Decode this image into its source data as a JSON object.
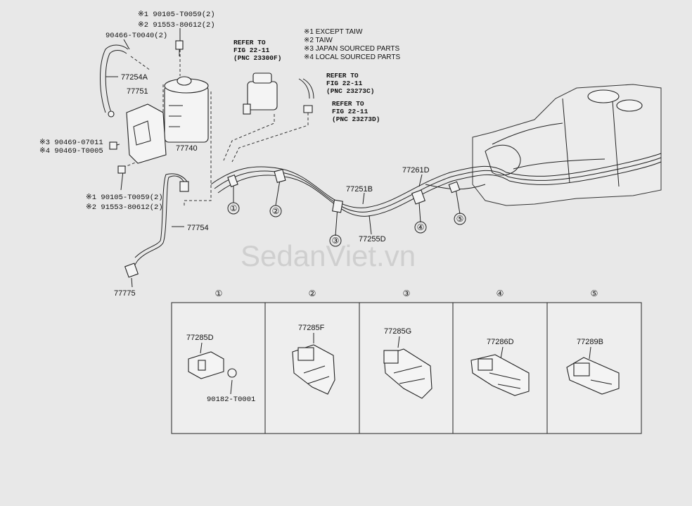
{
  "notes": [
    "※1 EXCEPT TAIW",
    "※2 TAIW",
    "※3 JAPAN SOURCED PARTS",
    "※4 LOCAL SOURCED PARTS"
  ],
  "refs": {
    "r1": [
      "REFER TO",
      "FIG 22-11",
      "(PNC 23300F)"
    ],
    "r2": [
      "REFER TO",
      "FIG 22-11",
      "(PNC 23273C)"
    ],
    "r3": [
      "REFER TO",
      "FIG 22-11",
      "(PNC 23273D)"
    ]
  },
  "labels": {
    "p1": "※1 90105-T0059(2)",
    "p2": "※2 91553-80612(2)",
    "p3": "90466-T0040(2)",
    "p4": "77254A",
    "p5": "77751",
    "p6": "77740",
    "p7": "※3 90469-07011",
    "p8": "※4 90469-T0005",
    "p9": "※1 90105-T0059(2)",
    "p10": "※2 91553-80612(2)",
    "p11": "77754",
    "p12": "77775",
    "p13": "77261D",
    "p14": "77251B",
    "p15": "77255D"
  },
  "callouts": [
    "①",
    "②",
    "③",
    "④",
    "⑤"
  ],
  "watermark": "SedanViet.vn",
  "panels": [
    {
      "num": "①",
      "part": "77285D",
      "sub": "90182-T0001"
    },
    {
      "num": "②",
      "part": "77285F"
    },
    {
      "num": "③",
      "part": "77285G"
    },
    {
      "num": "④",
      "part": "77286D"
    },
    {
      "num": "⑤",
      "part": "77289B"
    }
  ]
}
